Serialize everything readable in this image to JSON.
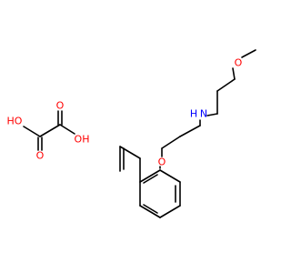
{
  "colors": {
    "background": "#ffffff",
    "carbon_bond": "#000000",
    "oxygen": "#ff0000",
    "nitrogen": "#0000ff"
  },
  "atoms": {
    "methoxy_o": "O",
    "amine_n": "N",
    "amine_h": "H",
    "ether_o": "O",
    "oxalic_o_top": "O",
    "oxalic_o_bottom": "O",
    "oxalic_oh_left_o": "O",
    "oxalic_oh_left_h": "HO",
    "oxalic_oh_right_o": "OH"
  }
}
